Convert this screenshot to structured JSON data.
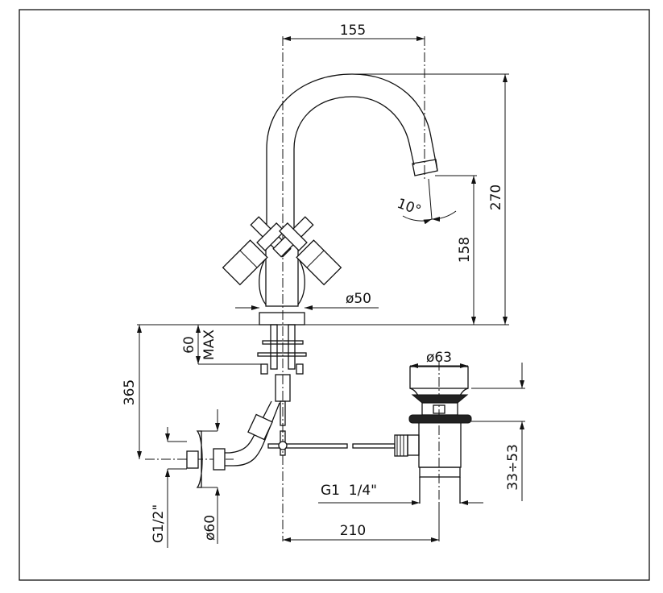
{
  "drawing": {
    "title": "Basin mixer technical drawing",
    "dimensions": {
      "spout_reach": "155",
      "total_height": "270",
      "spout_height": "158",
      "spout_angle": "10°",
      "body_diameter": "ø50",
      "max_deck_thickness": "60",
      "max_label": "MAX",
      "connection_length": "365",
      "inlet_thread": "G1/2\"",
      "rosette_diameter": "ø60",
      "waste_cap_diameter": "ø63",
      "waste_thread": "G1  1/4\"",
      "waste_adjust_range": "33÷53",
      "waste_distance": "210"
    }
  }
}
